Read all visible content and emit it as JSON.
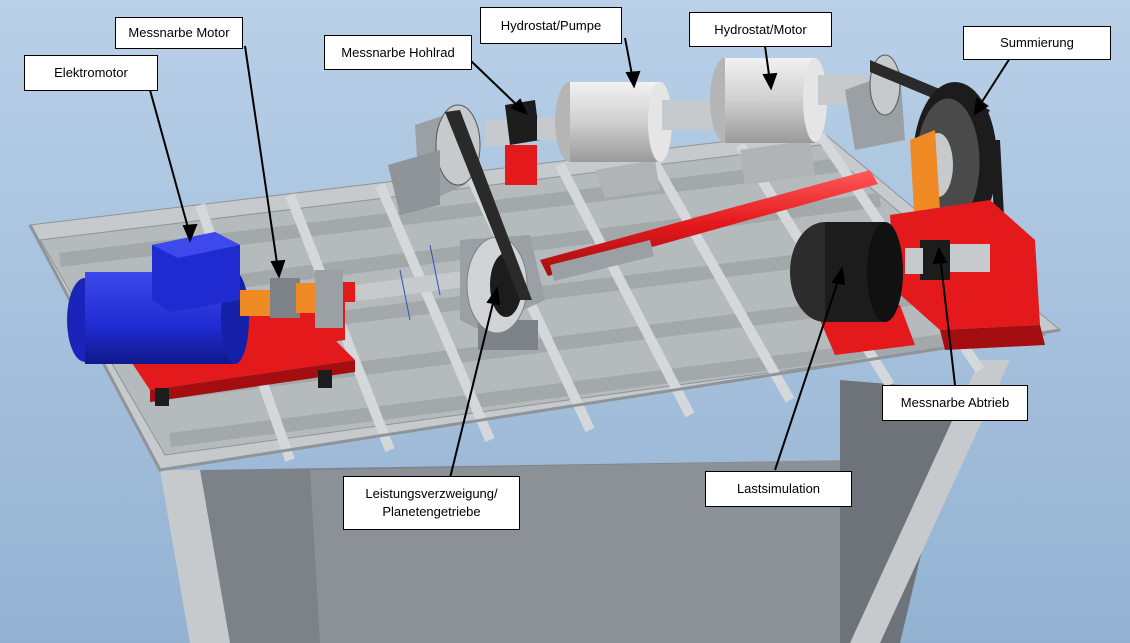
{
  "labels": {
    "elektromotor": "Elektromotor",
    "messnarbe_motor": "Messnarbe Motor",
    "messnarbe_hohlrad": "Messnarbe Hohlrad",
    "hydrostat_pumpe": "Hydrostat/Pumpe",
    "hydrostat_motor": "Hydrostat/Motor",
    "summierung": "Summierung",
    "leistungsverzweigung_line1": "Leistungsverzweigung/",
    "leistungsverzweigung_line2": "Planetengetriebe",
    "lastsimulation": "Lastsimulation",
    "messnarbe_abtrieb": "Messnarbe Abtrieb"
  },
  "colors": {
    "background": "#a9c3dd",
    "frame": "#c6cacd",
    "frame_dark": "#8e9498",
    "motor_blue": "#1f2bd0",
    "base_red": "#e4191c",
    "hydrostat_grey": "#d6d6d6",
    "load_black": "#1c1c1c",
    "coupling_orange": "#f08a24",
    "stand_grey": "#7c8287"
  }
}
